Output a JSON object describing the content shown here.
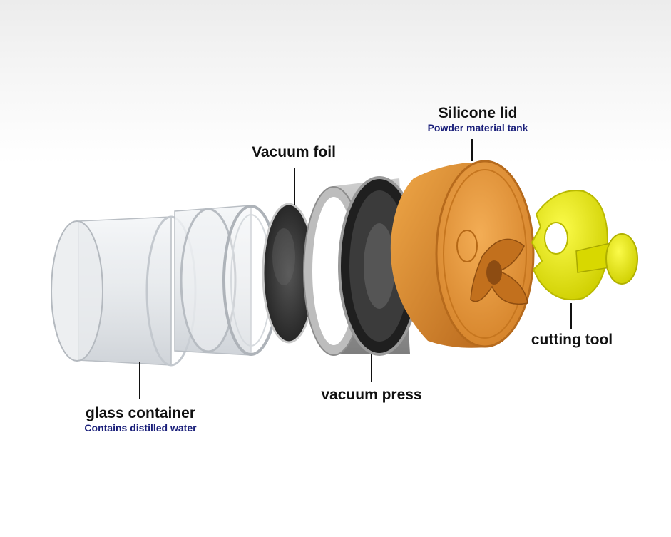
{
  "labels": {
    "silicone_lid": {
      "name": "Silicone lid",
      "sub": "Powder material tank"
    },
    "vacuum_foil": {
      "name": "Vacuum foil"
    },
    "cutting_tool": {
      "name": "cutting tool"
    },
    "vacuum_press": {
      "name": "vacuum press"
    },
    "glass_container": {
      "name": "glass container",
      "sub": "Contains distilled water"
    }
  },
  "colors": {
    "lid": "#e8962e",
    "lid_dark": "#b5691a",
    "cutter": "#e6e600",
    "press": "#9a9a9a",
    "foil": "#3a3a3a",
    "glass": "#d9dde2",
    "sub_text": "#1a1f7a"
  }
}
